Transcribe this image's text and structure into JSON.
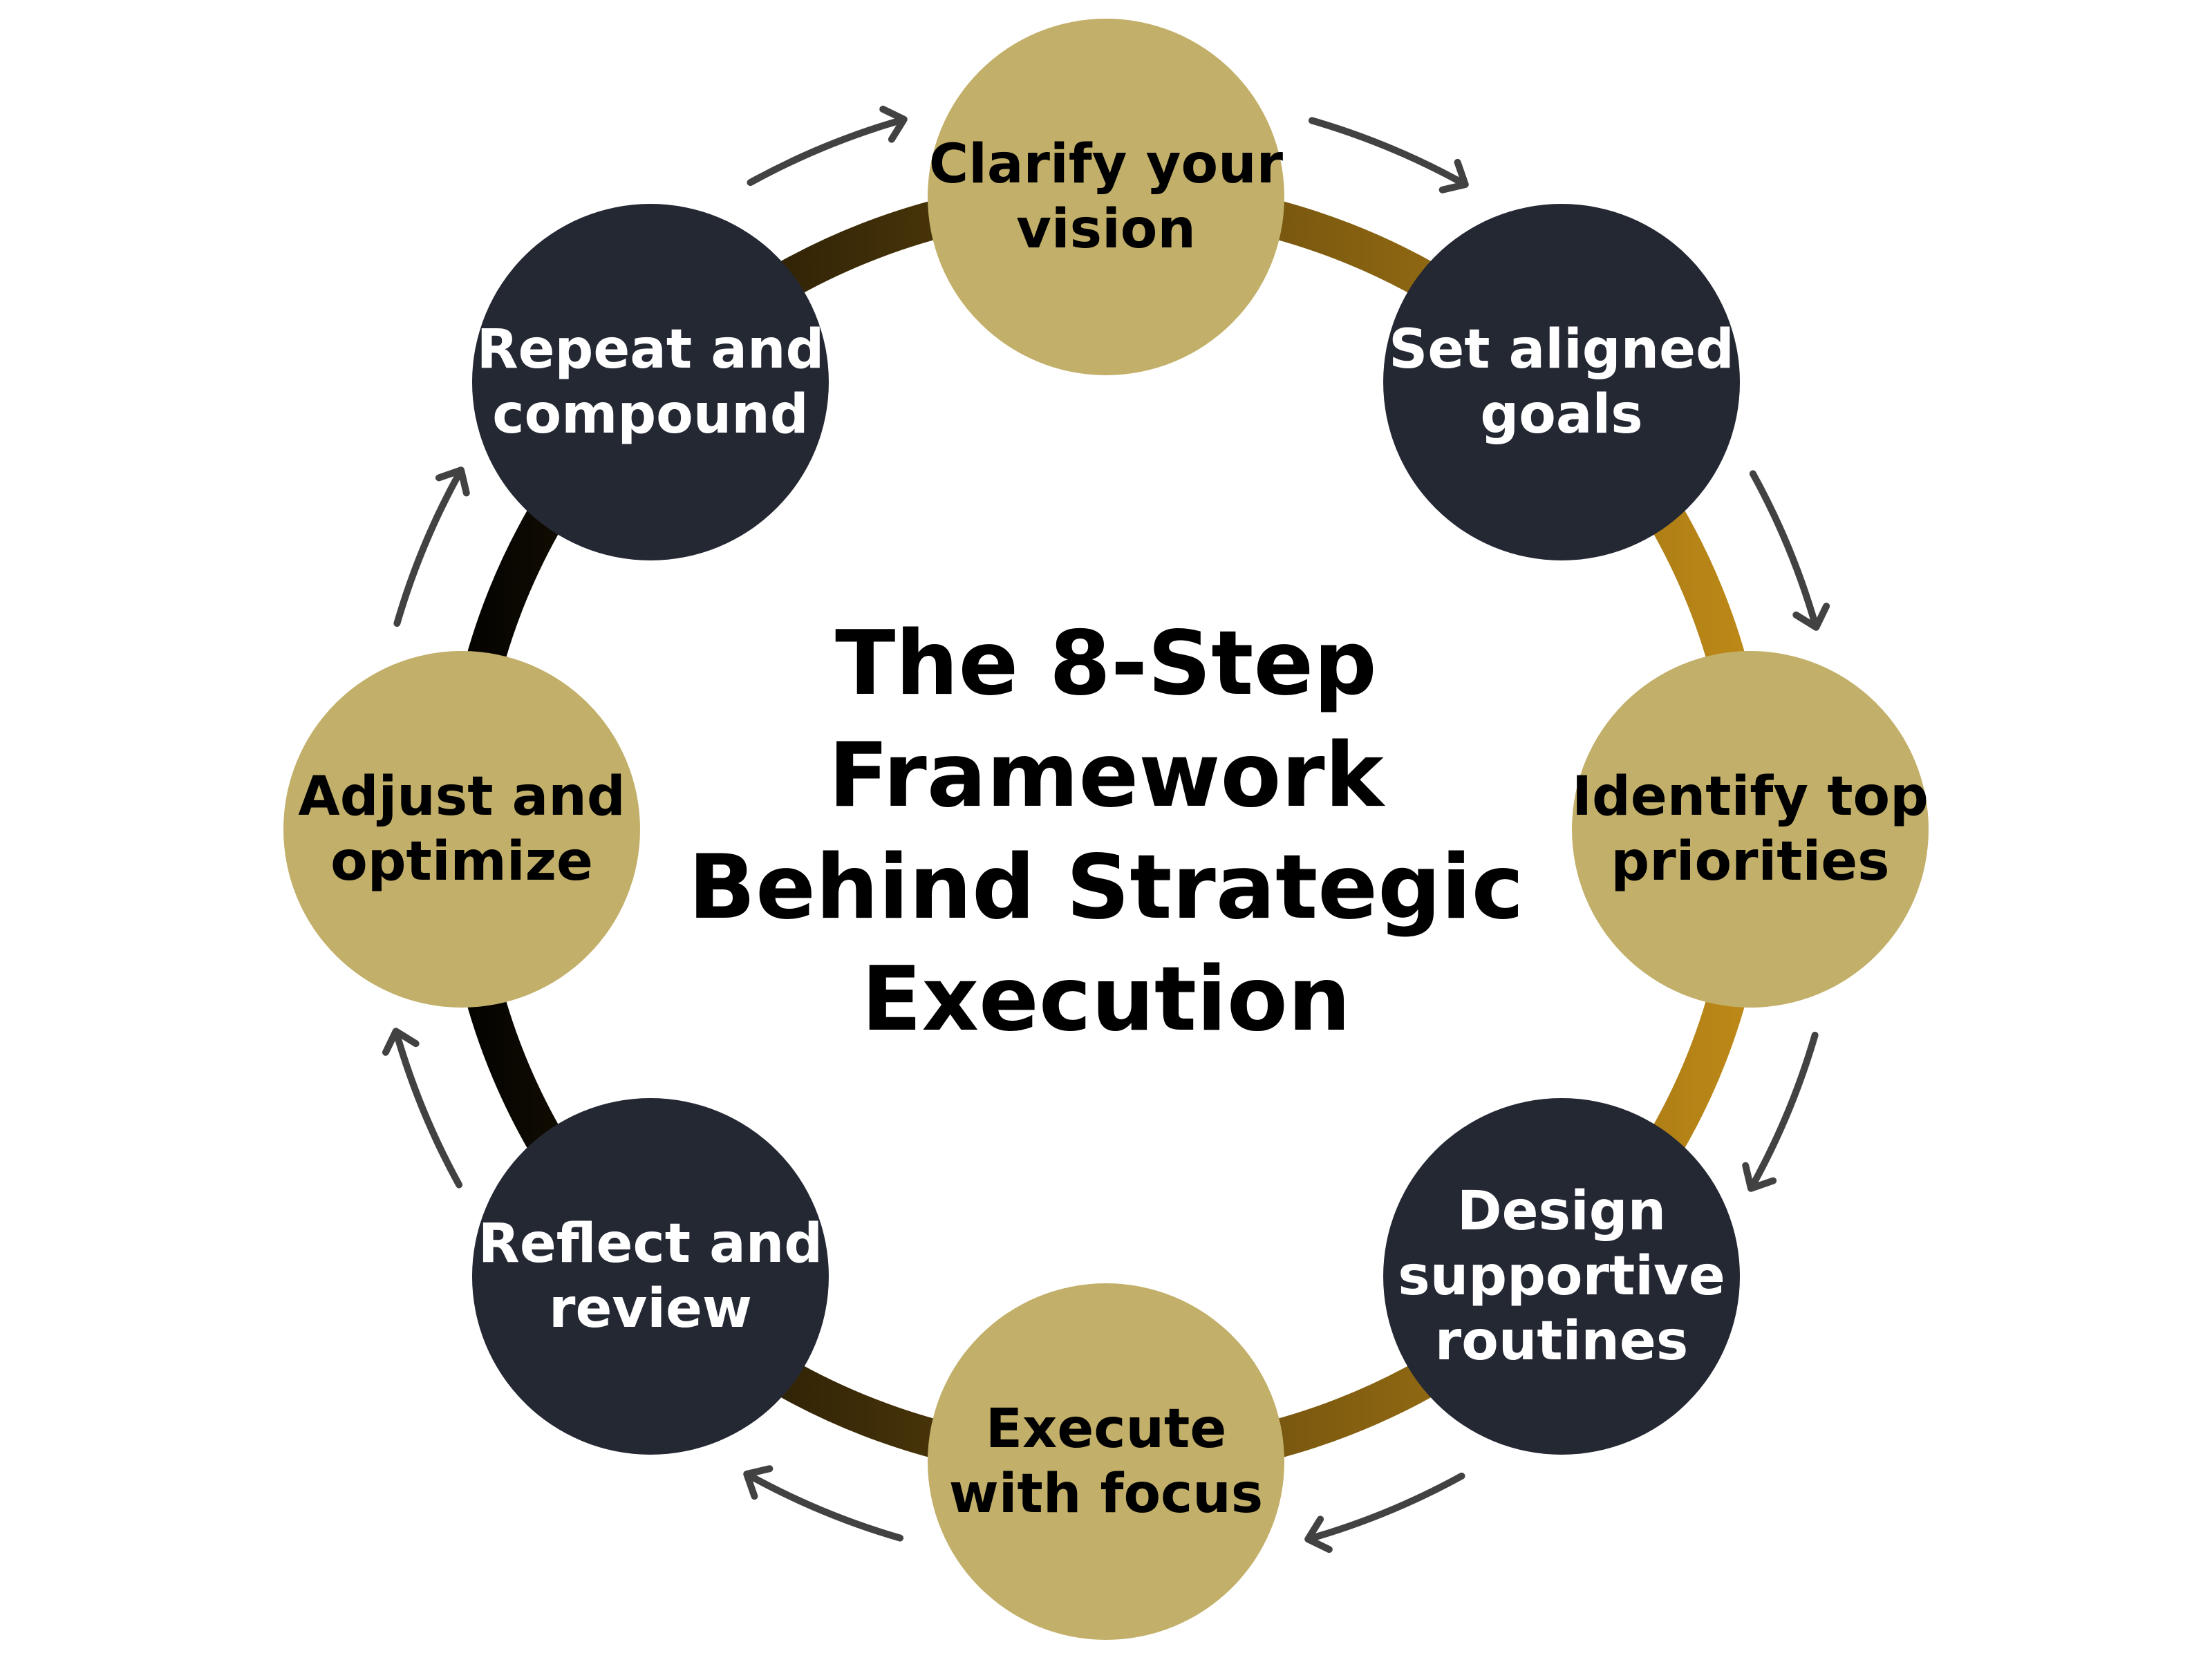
{
  "title": {
    "lines": [
      "The 8-Step",
      "Framework",
      "Behind Strategic",
      "Execution"
    ]
  },
  "colors": {
    "gold": "#C2AF69",
    "dark": "#242833",
    "gold_text": "#000000",
    "dark_text": "#FFFFFF",
    "arrow": "#424242",
    "ring_start": "#000000",
    "ring_end": "#C08B18",
    "background": "#FFFFFF"
  },
  "flow_direction": "clockwise",
  "steps": [
    {
      "step": 1,
      "lines": [
        "Clarify your",
        "vision"
      ],
      "variant": "gold"
    },
    {
      "step": 2,
      "lines": [
        "Set aligned",
        "goals"
      ],
      "variant": "dark"
    },
    {
      "step": 3,
      "lines": [
        "Identify top",
        "priorities"
      ],
      "variant": "gold"
    },
    {
      "step": 4,
      "lines": [
        "Design",
        "supportive",
        "routines"
      ],
      "variant": "dark"
    },
    {
      "step": 5,
      "lines": [
        "Execute",
        "with focus"
      ],
      "variant": "gold"
    },
    {
      "step": 6,
      "lines": [
        "Reflect and",
        "review"
      ],
      "variant": "dark"
    },
    {
      "step": 7,
      "lines": [
        "Adjust and",
        "optimize"
      ],
      "variant": "gold"
    },
    {
      "step": 8,
      "lines": [
        "Repeat and",
        "compound"
      ],
      "variant": "dark"
    }
  ],
  "arrows": [
    {
      "from_step": 8,
      "to_step": 1,
      "icon": "curved-arrow-icon"
    },
    {
      "from_step": 1,
      "to_step": 2,
      "icon": "curved-arrow-icon"
    },
    {
      "from_step": 2,
      "to_step": 3,
      "icon": "curved-arrow-icon"
    },
    {
      "from_step": 3,
      "to_step": 4,
      "icon": "curved-arrow-icon"
    },
    {
      "from_step": 4,
      "to_step": 5,
      "icon": "curved-arrow-icon"
    },
    {
      "from_step": 5,
      "to_step": 6,
      "icon": "curved-arrow-icon"
    },
    {
      "from_step": 6,
      "to_step": 7,
      "icon": "curved-arrow-icon"
    },
    {
      "from_step": 7,
      "to_step": 8,
      "icon": "curved-arrow-icon"
    }
  ]
}
